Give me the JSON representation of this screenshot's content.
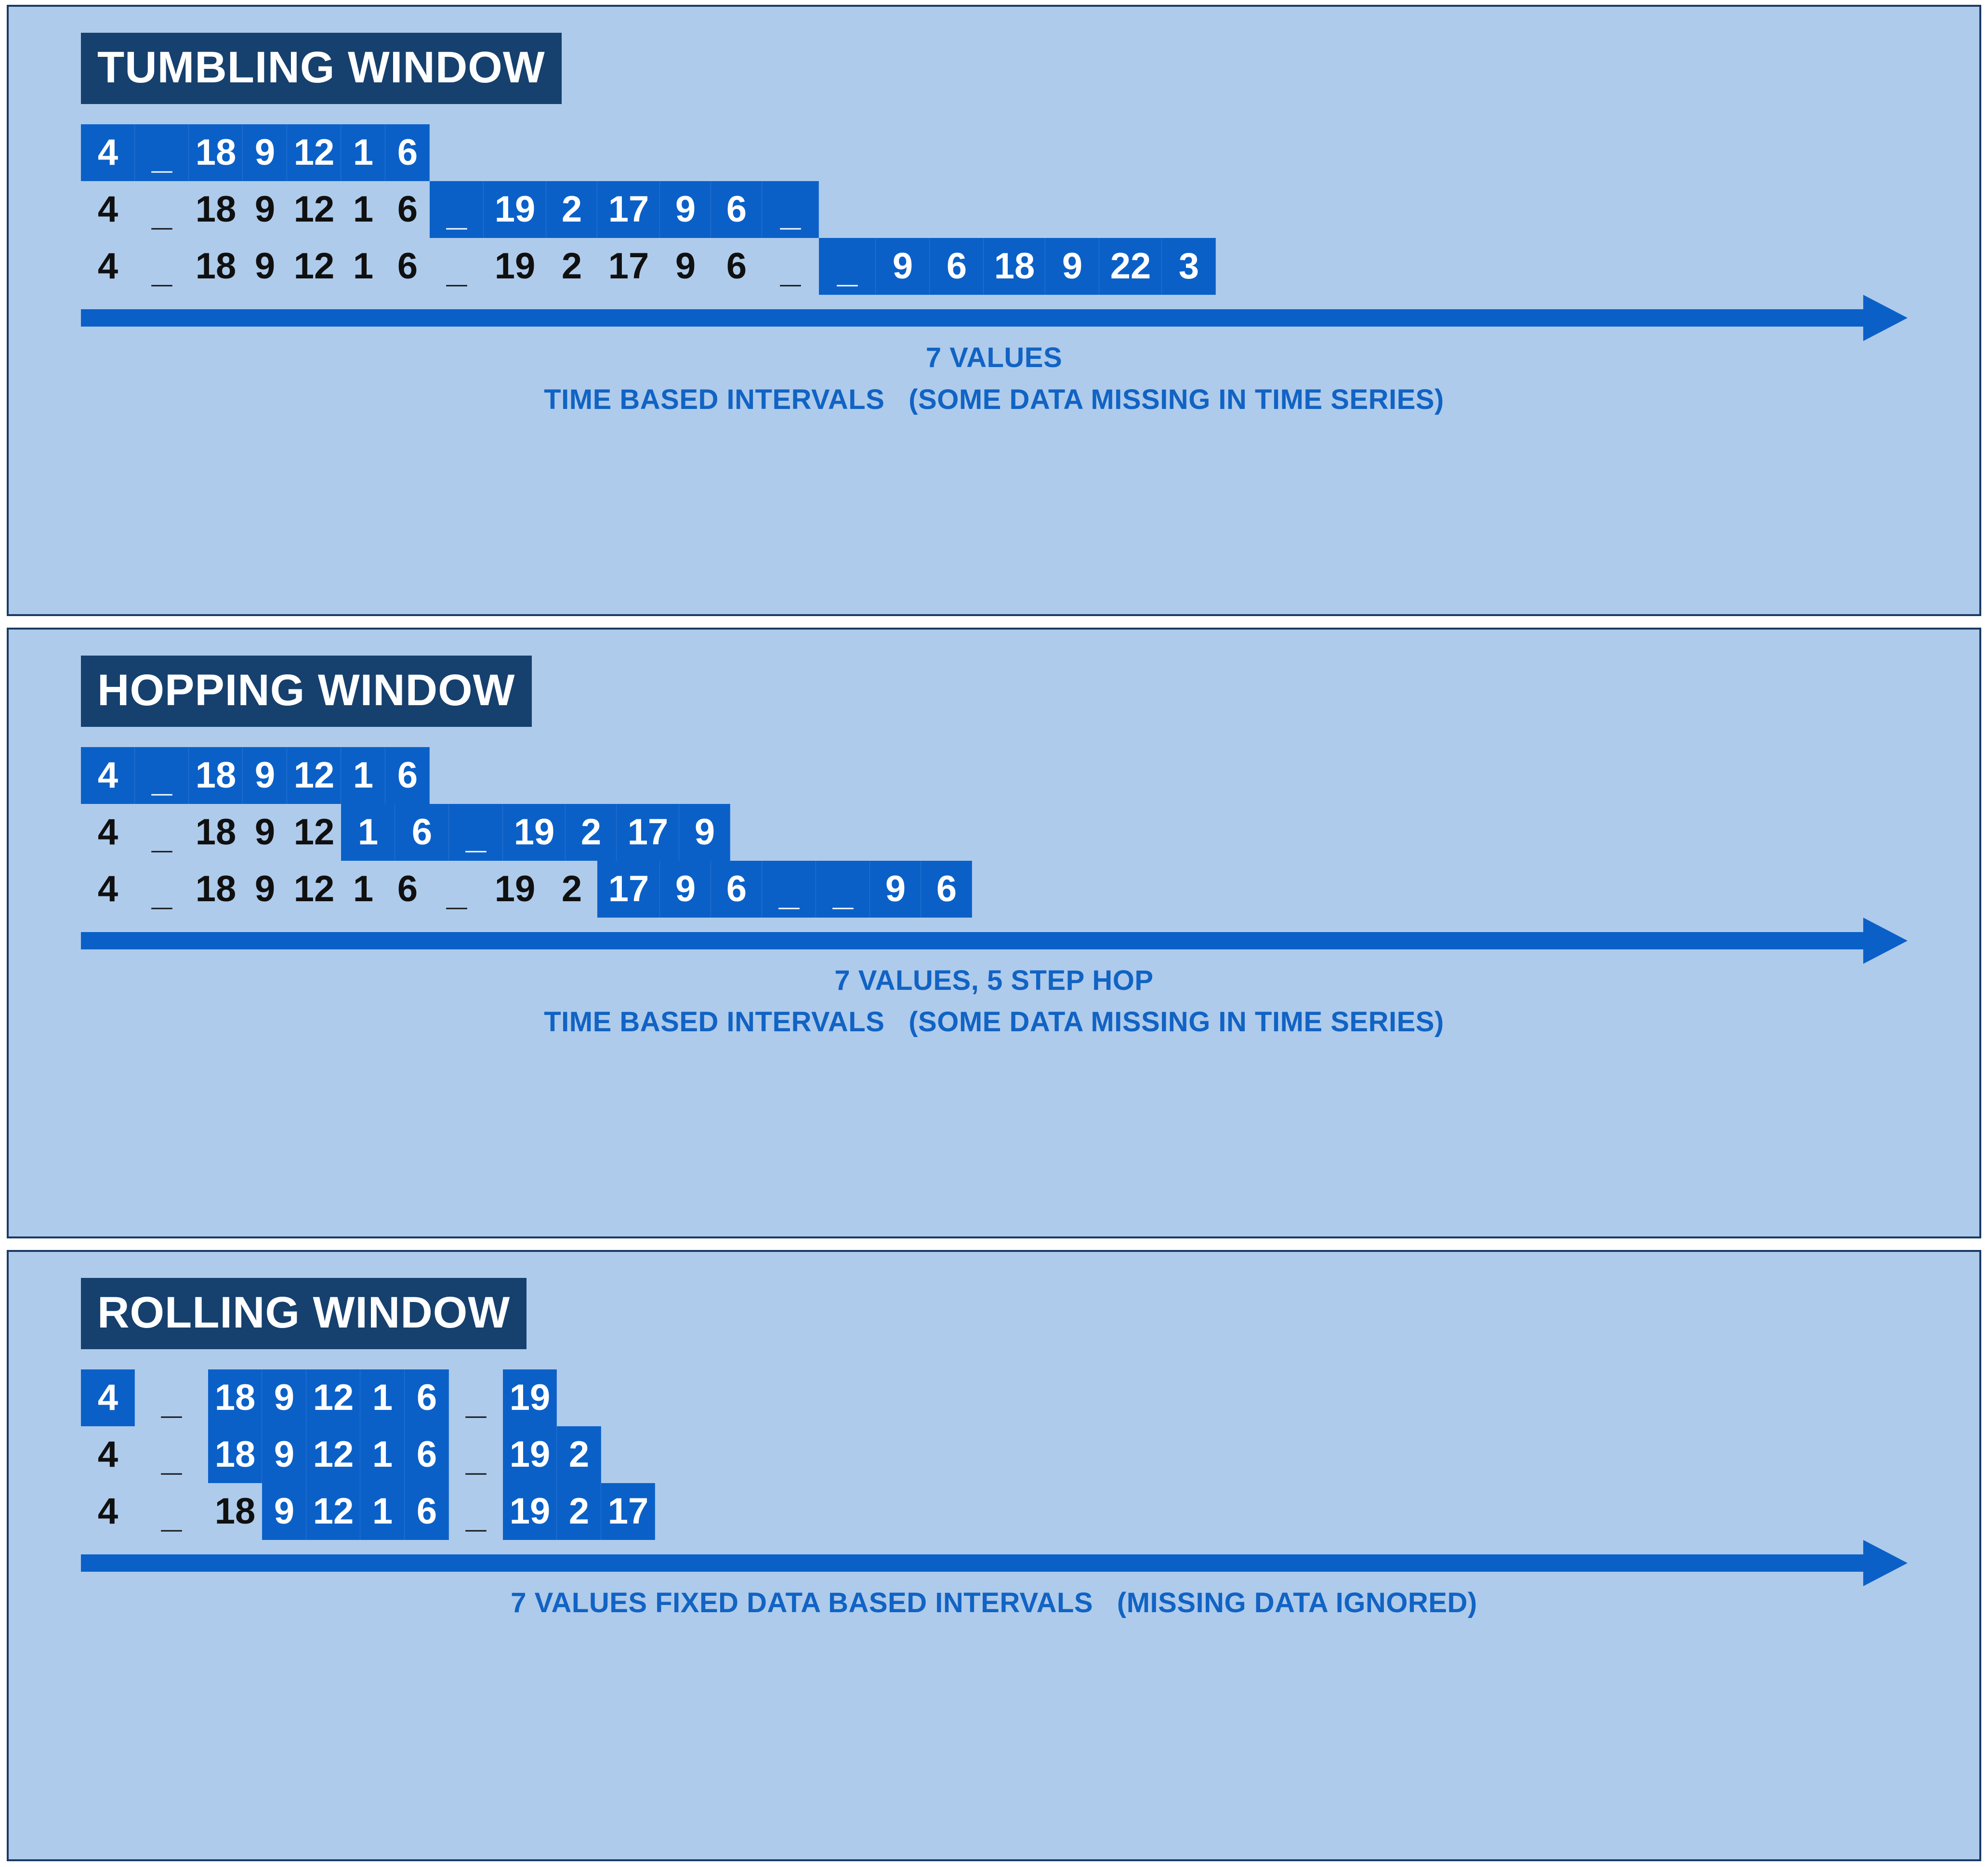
{
  "colors": {
    "panel_background": "#aecbeb",
    "panel_border": "#1a3a63",
    "title_background": "#16406e",
    "title_text": "#ffffff",
    "highlight_background": "#0b60c8",
    "highlight_text": "#ffffff",
    "value_text": "#101010",
    "caption_text": "#1163c4",
    "arrow": "#0b60c8"
  },
  "panels": [
    {
      "title": "TUMBLING WINDOW",
      "rows": [
        {
          "cells": [
            {
              "v": "4",
              "hl": true,
              "w": 112
            },
            {
              "v": "_",
              "hl": true,
              "w": 112,
              "gap": true
            },
            {
              "v": "18",
              "hl": true,
              "w": 112
            },
            {
              "v": "9",
              "hl": true,
              "w": 92
            },
            {
              "v": "12",
              "hl": true,
              "w": 112
            },
            {
              "v": "1",
              "hl": true,
              "w": 92
            },
            {
              "v": "6",
              "hl": true,
              "w": 92
            }
          ]
        },
        {
          "cells": [
            {
              "v": "4",
              "hl": false,
              "w": 112
            },
            {
              "v": "_",
              "hl": false,
              "w": 112,
              "gap": true
            },
            {
              "v": "18",
              "hl": false,
              "w": 112
            },
            {
              "v": "9",
              "hl": false,
              "w": 92
            },
            {
              "v": "12",
              "hl": false,
              "w": 112
            },
            {
              "v": "1",
              "hl": false,
              "w": 92
            },
            {
              "v": "6",
              "hl": false,
              "w": 92
            },
            {
              "v": "_",
              "hl": true,
              "w": 112,
              "gap": true
            },
            {
              "v": "19",
              "hl": true,
              "w": 130
            },
            {
              "v": "2",
              "hl": true,
              "w": 106
            },
            {
              "v": "17",
              "hl": true,
              "w": 130
            },
            {
              "v": "9",
              "hl": true,
              "w": 106
            },
            {
              "v": "6",
              "hl": true,
              "w": 106
            },
            {
              "v": "_",
              "hl": true,
              "w": 118,
              "gap": true
            }
          ]
        },
        {
          "cells": [
            {
              "v": "4",
              "hl": false,
              "w": 112
            },
            {
              "v": "_",
              "hl": false,
              "w": 112,
              "gap": true
            },
            {
              "v": "18",
              "hl": false,
              "w": 112
            },
            {
              "v": "9",
              "hl": false,
              "w": 92
            },
            {
              "v": "12",
              "hl": false,
              "w": 112
            },
            {
              "v": "1",
              "hl": false,
              "w": 92
            },
            {
              "v": "6",
              "hl": false,
              "w": 92
            },
            {
              "v": "_",
              "hl": false,
              "w": 112,
              "gap": true
            },
            {
              "v": "19",
              "hl": false,
              "w": 130
            },
            {
              "v": "2",
              "hl": false,
              "w": 106
            },
            {
              "v": "17",
              "hl": false,
              "w": 130
            },
            {
              "v": "9",
              "hl": false,
              "w": 106
            },
            {
              "v": "6",
              "hl": false,
              "w": 106
            },
            {
              "v": "_",
              "hl": false,
              "w": 118,
              "gap": true
            },
            {
              "v": "_",
              "hl": true,
              "w": 118,
              "gap": true
            },
            {
              "v": "9",
              "hl": true,
              "w": 112
            },
            {
              "v": "6",
              "hl": true,
              "w": 112
            },
            {
              "v": "18",
              "hl": true,
              "w": 128
            },
            {
              "v": "9",
              "hl": true,
              "w": 112
            },
            {
              "v": "22",
              "hl": true,
              "w": 130
            },
            {
              "v": "3",
              "hl": true,
              "w": 112
            }
          ]
        }
      ],
      "arrow_width": 3700,
      "captions": [
        "7 VALUES",
        "TIME BASED INTERVALS   (SOME DATA MISSING IN TIME SERIES)"
      ]
    },
    {
      "title": "HOPPING WINDOW",
      "rows": [
        {
          "cells": [
            {
              "v": "4",
              "hl": true,
              "w": 112
            },
            {
              "v": "_",
              "hl": true,
              "w": 112,
              "gap": true
            },
            {
              "v": "18",
              "hl": true,
              "w": 112
            },
            {
              "v": "9",
              "hl": true,
              "w": 92
            },
            {
              "v": "12",
              "hl": true,
              "w": 112
            },
            {
              "v": "1",
              "hl": true,
              "w": 92
            },
            {
              "v": "6",
              "hl": true,
              "w": 92
            }
          ]
        },
        {
          "cells": [
            {
              "v": "4",
              "hl": false,
              "w": 112
            },
            {
              "v": "_",
              "hl": false,
              "w": 112,
              "gap": true
            },
            {
              "v": "18",
              "hl": false,
              "w": 112
            },
            {
              "v": "9",
              "hl": false,
              "w": 92
            },
            {
              "v": "12",
              "hl": false,
              "w": 112
            },
            {
              "v": "1",
              "hl": true,
              "w": 112
            },
            {
              "v": "6",
              "hl": true,
              "w": 112
            },
            {
              "v": "_",
              "hl": true,
              "w": 112,
              "gap": true
            },
            {
              "v": "19",
              "hl": true,
              "w": 130
            },
            {
              "v": "2",
              "hl": true,
              "w": 106
            },
            {
              "v": "17",
              "hl": true,
              "w": 130
            },
            {
              "v": "9",
              "hl": true,
              "w": 106
            }
          ]
        },
        {
          "cells": [
            {
              "v": "4",
              "hl": false,
              "w": 112
            },
            {
              "v": "_",
              "hl": false,
              "w": 112,
              "gap": true
            },
            {
              "v": "18",
              "hl": false,
              "w": 112
            },
            {
              "v": "9",
              "hl": false,
              "w": 92
            },
            {
              "v": "12",
              "hl": false,
              "w": 112
            },
            {
              "v": "1",
              "hl": false,
              "w": 92
            },
            {
              "v": "6",
              "hl": false,
              "w": 92
            },
            {
              "v": "_",
              "hl": false,
              "w": 112,
              "gap": true
            },
            {
              "v": "19",
              "hl": false,
              "w": 130
            },
            {
              "v": "2",
              "hl": false,
              "w": 106
            },
            {
              "v": "17",
              "hl": true,
              "w": 130
            },
            {
              "v": "9",
              "hl": true,
              "w": 106
            },
            {
              "v": "6",
              "hl": true,
              "w": 106
            },
            {
              "v": "_",
              "hl": true,
              "w": 112,
              "gap": true
            },
            {
              "v": "_",
              "hl": true,
              "w": 112,
              "gap": true
            },
            {
              "v": "9",
              "hl": true,
              "w": 106
            },
            {
              "v": "6",
              "hl": true,
              "w": 106
            }
          ]
        }
      ],
      "arrow_width": 3700,
      "captions": [
        "7 VALUES, 5 STEP HOP",
        "TIME BASED INTERVALS   (SOME DATA MISSING IN TIME SERIES)"
      ]
    },
    {
      "title": "ROLLING WINDOW",
      "rows": [
        {
          "cells": [
            {
              "v": "4",
              "hl": true,
              "w": 112
            },
            {
              "v": "_",
              "hl": false,
              "w": 152,
              "gap": true
            },
            {
              "v": "18",
              "hl": true,
              "w": 112
            },
            {
              "v": "9",
              "hl": true,
              "w": 92
            },
            {
              "v": "12",
              "hl": true,
              "w": 112
            },
            {
              "v": "1",
              "hl": true,
              "w": 92
            },
            {
              "v": "6",
              "hl": true,
              "w": 92
            },
            {
              "v": "_",
              "hl": false,
              "w": 112,
              "gap": true
            },
            {
              "v": "19",
              "hl": true,
              "w": 112
            }
          ]
        },
        {
          "cells": [
            {
              "v": "4",
              "hl": false,
              "w": 112
            },
            {
              "v": "_",
              "hl": false,
              "w": 152,
              "gap": true
            },
            {
              "v": "18",
              "hl": true,
              "w": 112
            },
            {
              "v": "9",
              "hl": true,
              "w": 92
            },
            {
              "v": "12",
              "hl": true,
              "w": 112
            },
            {
              "v": "1",
              "hl": true,
              "w": 92
            },
            {
              "v": "6",
              "hl": true,
              "w": 92
            },
            {
              "v": "_",
              "hl": false,
              "w": 112,
              "gap": true
            },
            {
              "v": "19",
              "hl": true,
              "w": 112
            },
            {
              "v": "2",
              "hl": true,
              "w": 92
            }
          ]
        },
        {
          "cells": [
            {
              "v": "4",
              "hl": false,
              "w": 112
            },
            {
              "v": "_",
              "hl": false,
              "w": 152,
              "gap": true
            },
            {
              "v": "18",
              "hl": false,
              "w": 112
            },
            {
              "v": "9",
              "hl": true,
              "w": 92
            },
            {
              "v": "12",
              "hl": true,
              "w": 112
            },
            {
              "v": "1",
              "hl": true,
              "w": 92
            },
            {
              "v": "6",
              "hl": true,
              "w": 92
            },
            {
              "v": "_",
              "hl": false,
              "w": 112,
              "gap": true
            },
            {
              "v": "19",
              "hl": true,
              "w": 112
            },
            {
              "v": "2",
              "hl": true,
              "w": 92
            },
            {
              "v": "17",
              "hl": true,
              "w": 112
            }
          ]
        }
      ],
      "arrow_width": 3700,
      "captions": [
        "7 VALUES FIXED DATA BASED INTERVALS   (MISSING DATA IGNORED)"
      ]
    }
  ]
}
